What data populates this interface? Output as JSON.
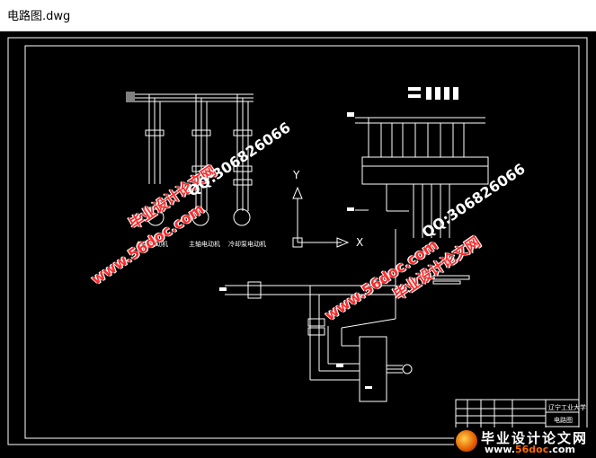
{
  "window": {
    "title": "电路图.dwg"
  },
  "drawing": {
    "axis_x": "X",
    "axis_y": "Y",
    "watermarks": {
      "site_left": "www.56doc.com",
      "name_left": "毕业设计论文网",
      "qq_left": "QQ:306826066",
      "site_mid": "www.56doc.com",
      "name_right": "毕业设计论文网",
      "qq_right": "QQ:306826066"
    },
    "title_block": {
      "school": "辽宁工业大学",
      "drawing_name": "电路图"
    },
    "motor_labels": [
      "气泵电动机",
      "主轴电动机",
      "冷却泵电动机"
    ]
  },
  "brand": {
    "name": "毕业设计论文网",
    "url_prefix": "www.",
    "url_domain": "56doc",
    "url_suffix": ".com"
  }
}
